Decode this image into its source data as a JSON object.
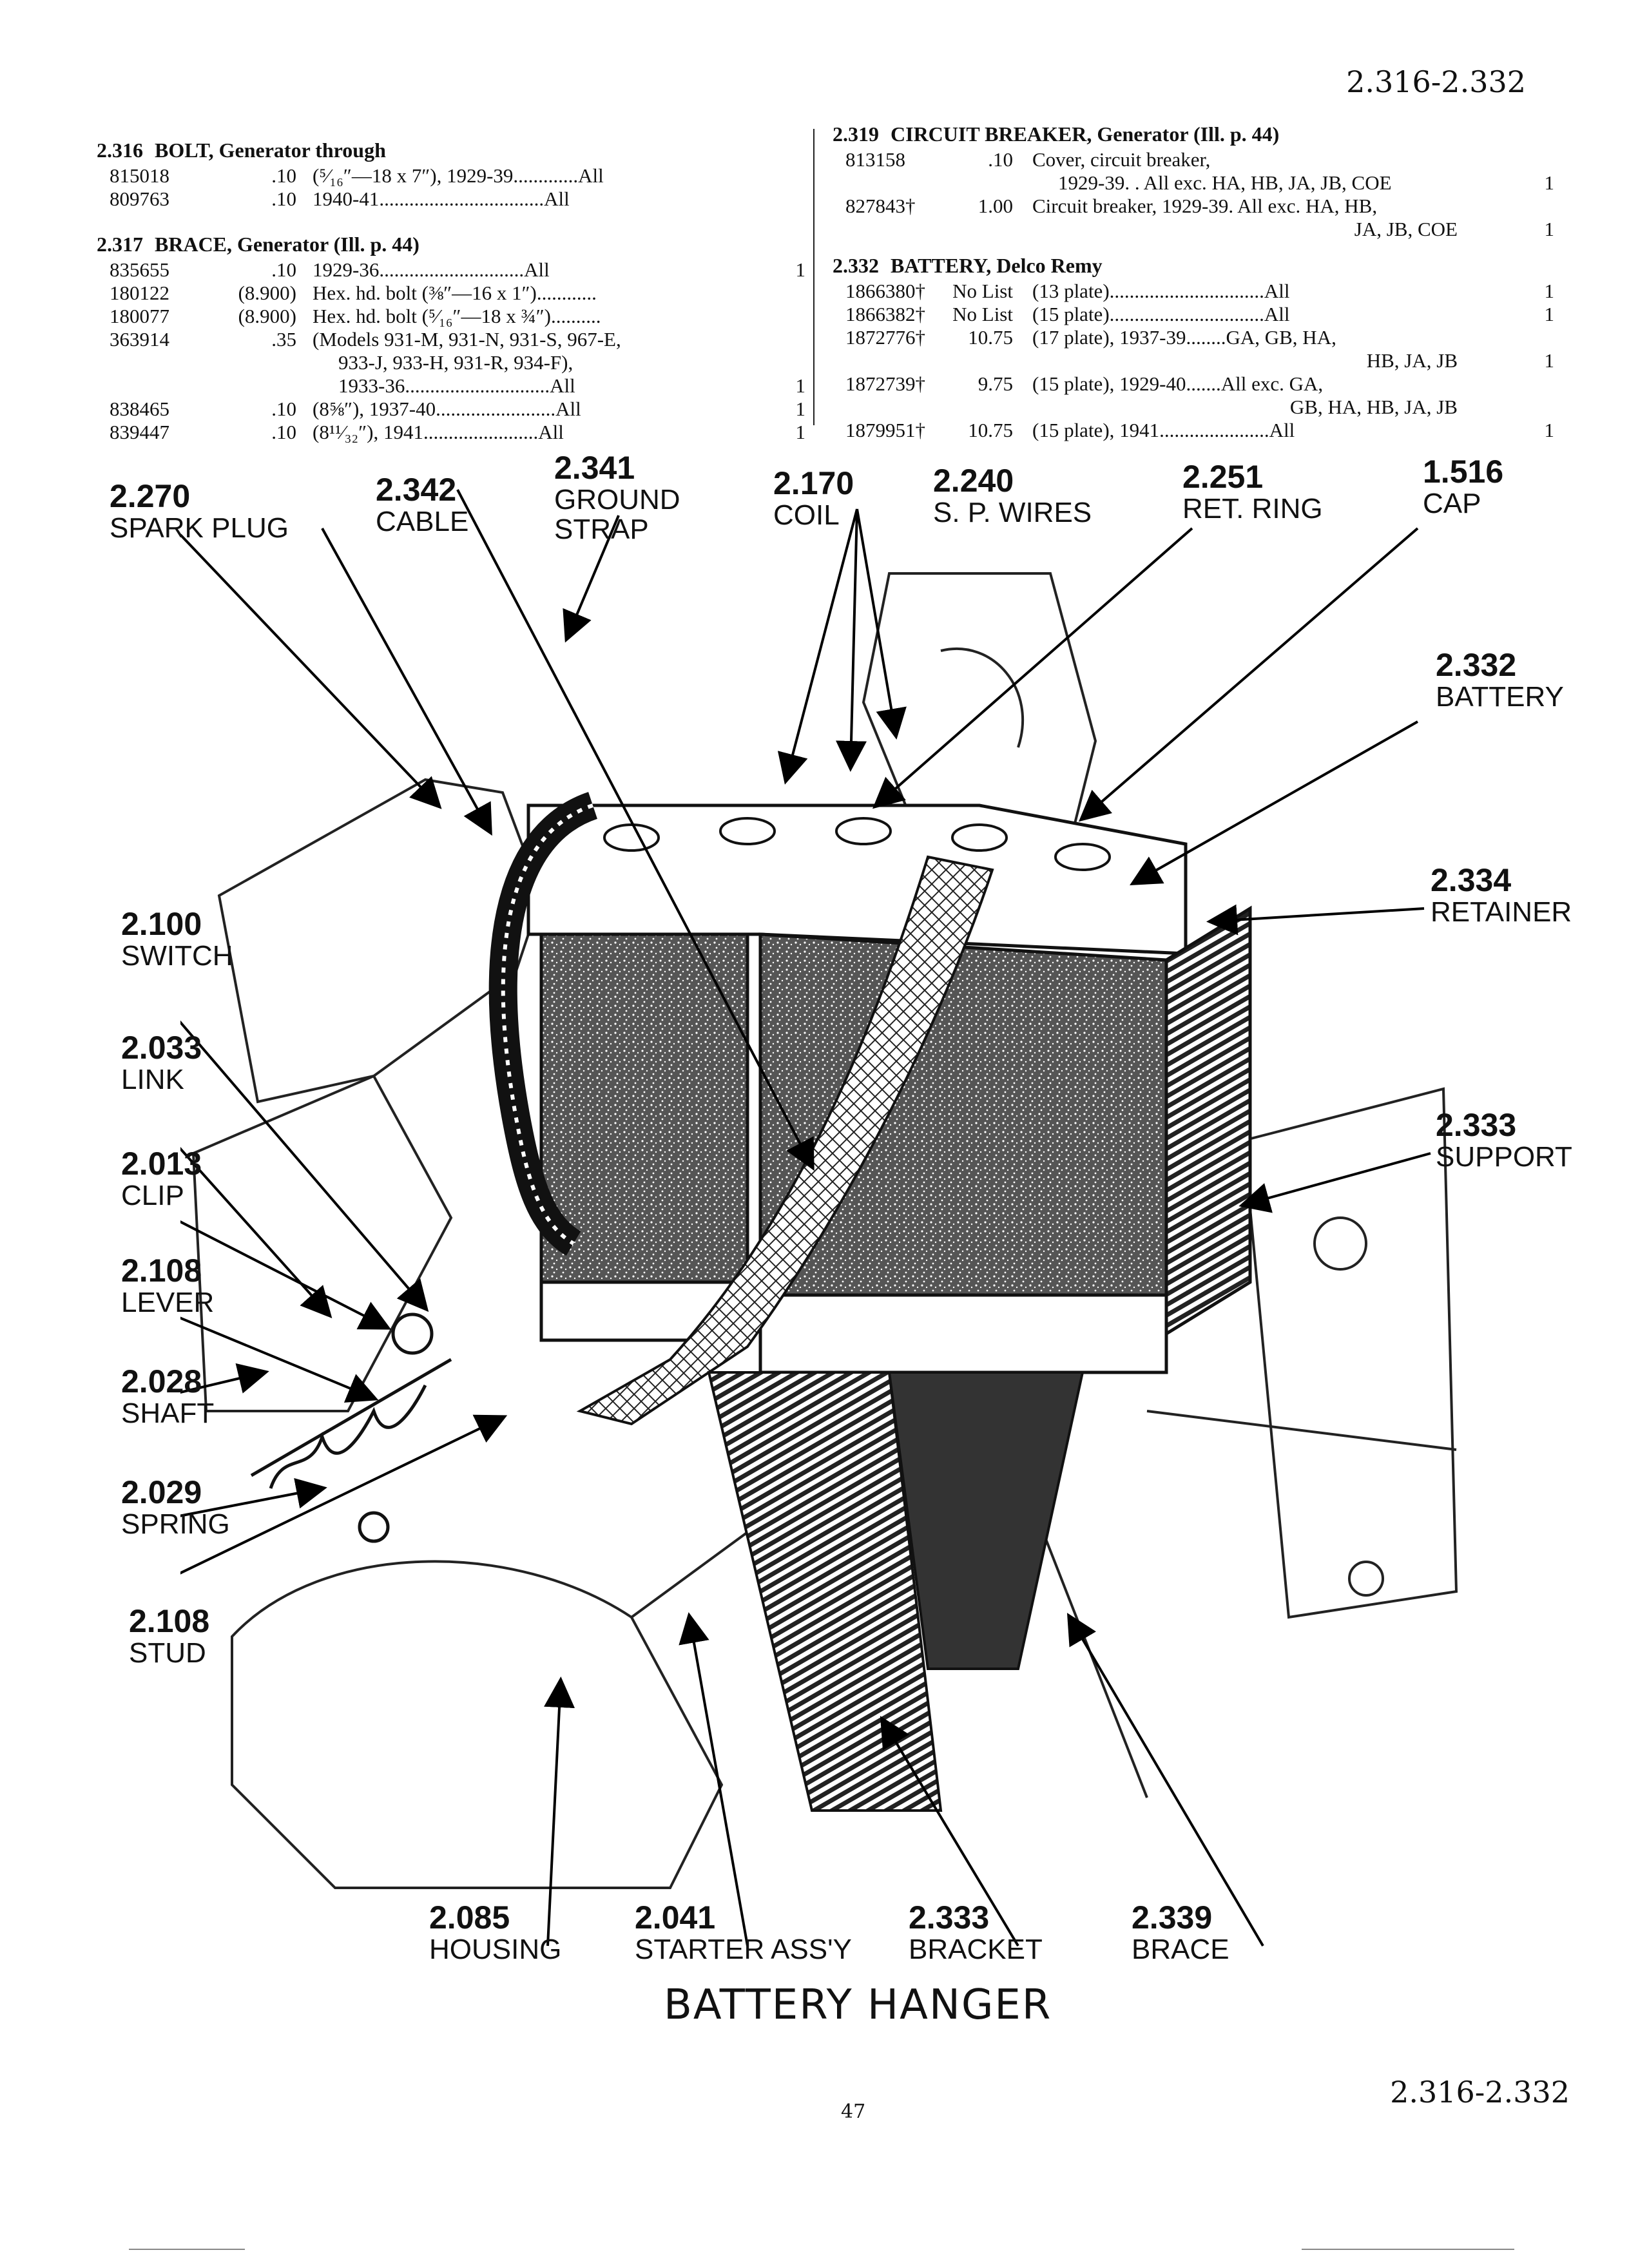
{
  "page": {
    "range_top": "2.316-2.332",
    "range_bottom": "2.316-2.332",
    "page_number": "47",
    "diagram_title": "BATTERY HANGER"
  },
  "left_column": {
    "sections": [
      {
        "number": "2.316",
        "title": "BOLT, Generator through",
        "rows": [
          {
            "part": "815018",
            "price": ".10",
            "desc": "(⁵⁄₁₆″—18 x 7″), 1929-39.............",
            "model": "All",
            "qty": ""
          },
          {
            "part": "809763",
            "price": ".10",
            "desc": "1940-41.................................",
            "model": "All",
            "qty": ""
          }
        ]
      },
      {
        "number": "2.317",
        "title": "BRACE, Generator (Ill. p. 44)",
        "rows": [
          {
            "part": "835655",
            "price": ".10",
            "desc": "1929-36.............................",
            "model": "All",
            "qty": "1"
          },
          {
            "part": "180122",
            "price": "(8.900)",
            "desc": "Hex. hd. bolt (⅜″—16 x 1″)............",
            "model": "",
            "qty": ""
          },
          {
            "part": "180077",
            "price": "(8.900)",
            "desc": "Hex. hd. bolt (⁵⁄₁₆″—18 x ¾″)..........",
            "model": "",
            "qty": ""
          },
          {
            "part": "363914",
            "price": ".35",
            "desc": "(Models 931-M, 931-N, 931-S, 967-E,",
            "model": "",
            "qty": ""
          },
          {
            "part": "",
            "price": "",
            "desc": "933-J, 933-H, 931-R, 934-F),",
            "model": "",
            "qty": ""
          },
          {
            "part": "",
            "price": "",
            "desc": "1933-36.............................",
            "model": "All",
            "qty": "1"
          },
          {
            "part": "838465",
            "price": ".10",
            "desc": "(8⅝″), 1937-40........................",
            "model": "All",
            "qty": "1"
          },
          {
            "part": "839447",
            "price": ".10",
            "desc": "(8¹¹⁄₃₂″), 1941.......................",
            "model": "All",
            "qty": "1"
          }
        ]
      }
    ]
  },
  "right_column": {
    "sections": [
      {
        "number": "2.319",
        "title": "CIRCUIT BREAKER, Generator (Ill. p. 44)",
        "rows": [
          {
            "part": "813158",
            "price": ".10",
            "desc": "Cover, circuit breaker,",
            "model": "",
            "qty": ""
          },
          {
            "part": "",
            "price": "",
            "desc": "1929-39. . All exc. HA, HB, JA, JB, COE",
            "model": "",
            "qty": "1"
          },
          {
            "part": "827843†",
            "price": "1.00",
            "desc": "Circuit breaker, 1929-39. All exc. HA, HB,",
            "model": "",
            "qty": ""
          },
          {
            "part": "",
            "price": "",
            "desc": "JA, JB, COE",
            "model": "",
            "qty": "1"
          }
        ]
      },
      {
        "number": "2.332",
        "title": "BATTERY, Delco Remy",
        "rows": [
          {
            "part": "1866380†",
            "price": "No List",
            "desc": "(13 plate)...............................",
            "model": "All",
            "qty": "1"
          },
          {
            "part": "1866382†",
            "price": "No List",
            "desc": "(15 plate)...............................",
            "model": "All",
            "qty": "1"
          },
          {
            "part": "1872776†",
            "price": "10.75",
            "desc": "(17 plate), 1937-39........GA, GB, HA,",
            "model": "",
            "qty": ""
          },
          {
            "part": "",
            "price": "",
            "desc": "HB, JA, JB",
            "model": "",
            "qty": "1"
          },
          {
            "part": "1872739†",
            "price": "9.75",
            "desc": "(15 plate), 1929-40.......All exc. GA,",
            "model": "",
            "qty": ""
          },
          {
            "part": "",
            "price": "",
            "desc": "GB, HA, HB, JA, JB",
            "model": "",
            "qty": ""
          },
          {
            "part": "1879951†",
            "price": "10.75",
            "desc": "(15 plate), 1941......................",
            "model": "All",
            "qty": "1"
          }
        ]
      }
    ]
  },
  "callouts": [
    {
      "number": "2.270",
      "name": "SPARK PLUG"
    },
    {
      "number": "2.342",
      "name": "CABLE"
    },
    {
      "number": "2.341",
      "name": "GROUND STRAP"
    },
    {
      "number": "2.170",
      "name": "COIL"
    },
    {
      "number": "2.240",
      "name": "S. P. WIRES"
    },
    {
      "number": "2.251",
      "name": "RET. RING"
    },
    {
      "number": "1.516",
      "name": "CAP"
    },
    {
      "number": "2.332",
      "name": "BATTERY"
    },
    {
      "number": "2.334",
      "name": "RETAINER"
    },
    {
      "number": "2.333",
      "name": "SUPPORT"
    },
    {
      "number": "2.100",
      "name": "SWITCH"
    },
    {
      "number": "2.033",
      "name": "LINK"
    },
    {
      "number": "2.013",
      "name": "CLIP"
    },
    {
      "number": "2.108",
      "name": "LEVER"
    },
    {
      "number": "2.028",
      "name": "SHAFT"
    },
    {
      "number": "2.029",
      "name": "SPRING"
    },
    {
      "number": "2.108",
      "name": "STUD"
    },
    {
      "number": "2.085",
      "name": "HOUSING"
    },
    {
      "number": "2.041",
      "name": "STARTER ASS'Y"
    },
    {
      "number": "2.333",
      "name": "BRACKET"
    },
    {
      "number": "2.339",
      "name": "BRACE"
    }
  ]
}
